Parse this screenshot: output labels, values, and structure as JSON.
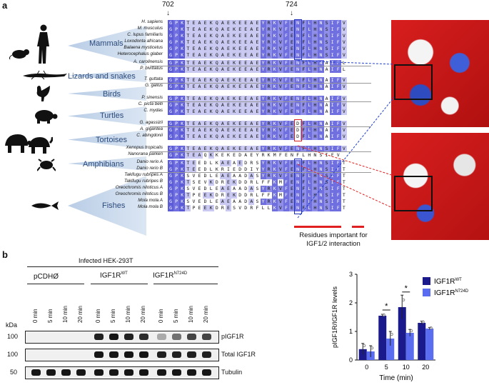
{
  "panel_a": {
    "letter": "a",
    "pos_left": "702",
    "pos_right": "724",
    "groups": [
      "Mammals",
      "Lizards and snakes",
      "Birds",
      "Turtles",
      "Tortoises",
      "Amphibians",
      "Fishes"
    ],
    "species": [
      "H. sapiens",
      "M. musculus",
      "C. lupus familiaris",
      "Loxodonta africana",
      "Balaena mysticetus",
      "Heterocephalus glaber",
      "A. carolinensis",
      "P. bivittatus",
      "T. guttata",
      "G. gallus",
      "P. sinensis",
      "C. picta belli",
      "C. mydas",
      "G. agassizii",
      "A. gigantea",
      "C. abingdonii",
      "Xenopus tropicalis",
      "Nanorana parkeri",
      "Danio rerio A",
      "Danio rerio B",
      "Takifugu rubripes A",
      "Takifugu rubripes B",
      "Oreochromis niloticus A",
      "Oreochromis niloticus B",
      "Mola mola A",
      "Mola mola B"
    ],
    "sequences": [
      "GPKTEAEKQAEKEEAEYRKVFENFLHNSIFV",
      "GPKTEAEKQAEKEEAEYRKVFENFLHNSIFV",
      "GPKTEAEKQAEKEEAEYRKVFENFLHNSIFV",
      "GPKTEAEKQAEKEEAEYRKVFENFLHNSIFV",
      "GPKTEAEKQAEKEEAEYRKVFENFLHNSIFV",
      "GPKTEAEKQAEKEEAEYRKVFENFLHNSIFV",
      "GPKTEAEKQAEKEEAEYRKVFENFLHNAIFL",
      "GPKTEAEKQAEKEEAEYRKVFENFLHNAIFL",
      "GPKTEAEKQAEKEEAEYRKVFENFLHNAIFV",
      "GPKTEAEKQAEKEEAEYRKVFENFLHNAIFV",
      "GPKTEAEKQAEKEEAEYRKVFENFLHNAIFV",
      "GPKTEAEKQAEKEEAEYRKVFENFLHNAIFV",
      "GPKTEAEKQAEKEEAEYRKVFENFLHNAIFV",
      "GPKTEAEKQAEKEEAEYRKVFEDFLHNAIFV",
      "GPKTEAEKQAEKEEAEYRKVFEDFLHNAIFV",
      "GPKTEAEKQAEKEEAEYRKVFEDFLHNAIFV",
      "GPKTEAEKQAEKEEAEYRKVFENFLHNSIFV",
      "GPKTEAQKKEKEDAEYRKMFENFLHNSIFV",
      "GPKTEEDLKAEAEDRSYRKVFENFLHNSIFT",
      "GPKTEEDLKRIEDDIYYRKVFENFLHNSIFT",
      "GPKSVEDLEAEAADASYRKVFENFLHNSIFT",
      "GPKTSEVKDREKDDRLFFKMFENFLHNSIFT",
      "GPKSVEDLEAEAADASYRKVFENFLHNSIFT",
      "GPKTPEEKDREKDDRLFFKMFENFLHNSIFT",
      "GPKSVEDLEAEAADASYRKVFENFLHNSIFT",
      "GPKTPEEKDRESVDRFLLKVFENFLHNSIFT"
    ],
    "residues_caption": "Residues important for IGF1/2 interaction"
  },
  "panel_b": {
    "letter": "b",
    "header": "Infected HEK-293T",
    "conditions": [
      "pCDHØ",
      "IGF1R",
      "IGF1R"
    ],
    "condition_sup": [
      "",
      "WT",
      "N724D"
    ],
    "times": [
      "0 min",
      "5 min",
      "10 min",
      "20 min"
    ],
    "kda_label": "kDa",
    "markers": [
      "100",
      "100",
      "50"
    ],
    "blot_labels": [
      "pIGF1R",
      "Total IGF1R",
      "Tubulin"
    ]
  },
  "chart_data": {
    "type": "bar",
    "categories": [
      "0",
      "5",
      "10",
      "20"
    ],
    "series": [
      {
        "name": "IGF1R",
        "sup": "WT",
        "color": "#1a1a8c",
        "values": [
          0.38,
          1.55,
          1.85,
          1.3
        ],
        "errors": [
          0.2,
          0.05,
          0.42,
          0.06
        ]
      },
      {
        "name": "IGF1R",
        "sup": "N724D",
        "color": "#5a6cf0",
        "values": [
          0.3,
          0.75,
          0.95,
          1.1
        ],
        "errors": [
          0.2,
          0.25,
          0.12,
          0.04
        ]
      }
    ],
    "xlabel": "Time (min)",
    "ylabel": "pIGF1R/IGF1R levels",
    "ylim": [
      0,
      3
    ],
    "yticks": [
      "0",
      "1",
      "2",
      "3"
    ],
    "significance": [
      "*",
      "*"
    ],
    "legend_position": "top-right"
  }
}
